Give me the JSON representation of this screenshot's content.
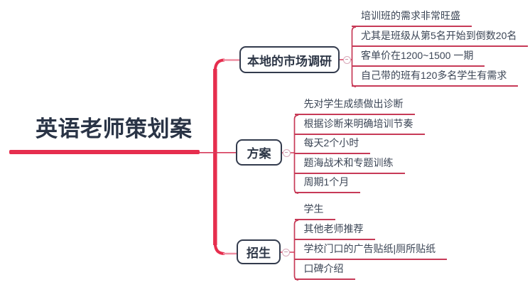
{
  "root": {
    "title": "英语老师策划案"
  },
  "branches": [
    {
      "label": "本地的市场调研",
      "children": [
        "培训班的需求非常旺盛",
        "尤其是班级从第5名开始到倒数20名",
        "客单价在1200~1500 一期",
        "自己带的班有120多名学生有需求"
      ]
    },
    {
      "label": "方案",
      "children": [
        "先对学生成绩做出诊断",
        "根据诊断来明确培训节奏",
        "每天2个小时",
        "题海战术和专题训练",
        "周期1个月"
      ]
    },
    {
      "label": "招生",
      "children": [
        "学生",
        "其他老师推荐",
        "学校门口的广告贴纸|厕所贴纸",
        "口碑介绍"
      ]
    }
  ],
  "icons": {
    "collapse_toggle": "minus-circle"
  },
  "colors": {
    "accent_red": "#e62e4e",
    "branch_line": "#c73a57",
    "connector_pink": "#ef8fa3",
    "node_border": "#333b4d",
    "node_text": "#2e3747",
    "leaf_text": "#3c4656",
    "root_text": "#2a3446",
    "toggle_border": "#d9a8b8"
  }
}
